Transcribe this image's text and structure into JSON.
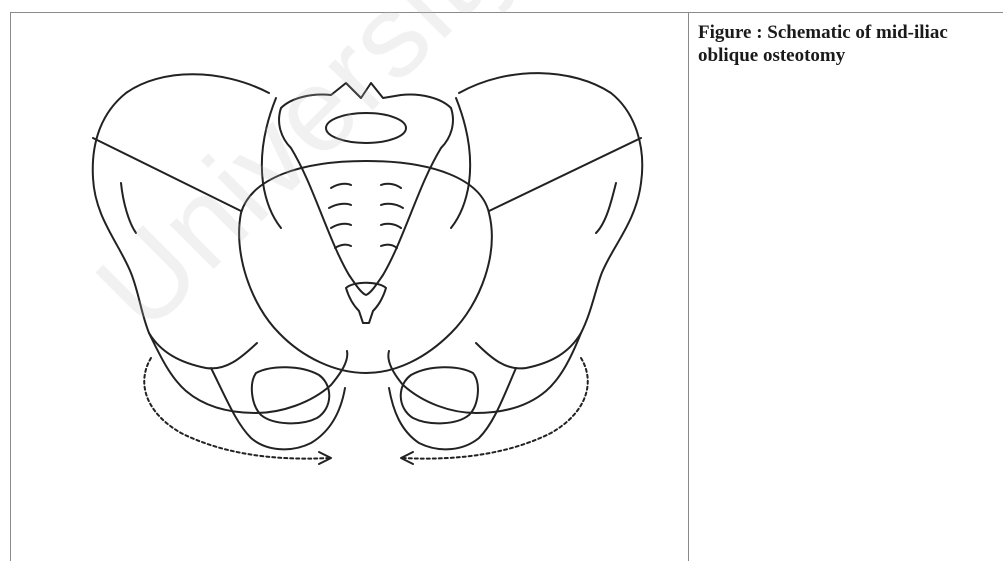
{
  "caption": {
    "text": "Figure : Schematic of mid-iliac oblique osteotomy"
  },
  "watermark": {
    "text": "University of Cape Town"
  },
  "figure": {
    "icon": "pelvis-osteotomy-illustration"
  }
}
